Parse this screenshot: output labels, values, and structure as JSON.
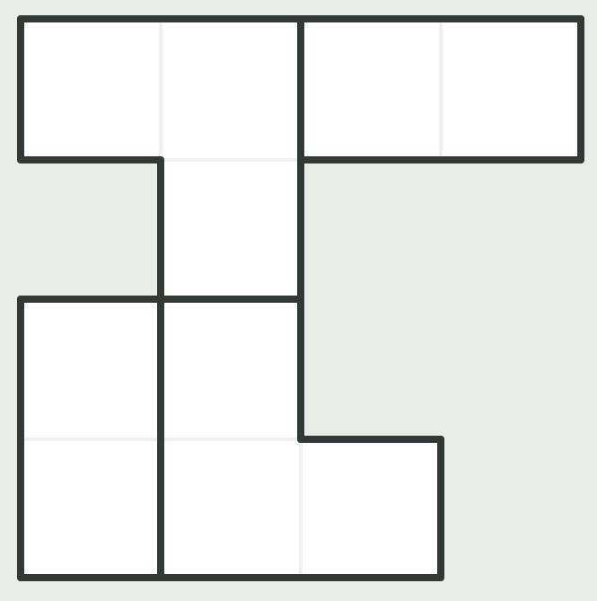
{
  "puzzle": {
    "type": "grid-region-division",
    "grid": {
      "rows": 4,
      "cols": 4
    },
    "colors": {
      "background": "#e6eee6",
      "cell_fill": "#ffffff",
      "region_border": "#323a36",
      "cell_divider": "#f0f0f0"
    },
    "cells": [
      {
        "row": 0,
        "col": 0,
        "region": "A"
      },
      {
        "row": 0,
        "col": 1,
        "region": "A"
      },
      {
        "row": 1,
        "col": 1,
        "region": "A"
      },
      {
        "row": 0,
        "col": 2,
        "region": "B"
      },
      {
        "row": 0,
        "col": 3,
        "region": "B"
      },
      {
        "row": 2,
        "col": 0,
        "region": "C"
      },
      {
        "row": 3,
        "col": 0,
        "region": "C"
      },
      {
        "row": 2,
        "col": 1,
        "region": "D"
      },
      {
        "row": 3,
        "col": 1,
        "region": "D"
      },
      {
        "row": 3,
        "col": 2,
        "region": "D"
      }
    ]
  }
}
